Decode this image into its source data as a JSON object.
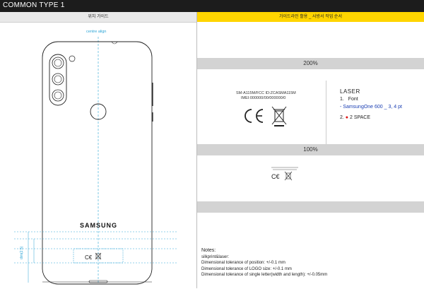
{
  "page": {
    "title": "COMMON TYPE 1"
  },
  "left": {
    "header": "위치 가이드",
    "centre_label": "centre align",
    "brand": "SAMSUNG",
    "dim_label": "dim(2.5)"
  },
  "right": {
    "header": "가이드라인 활용 _ 사방서 작업 순서",
    "band_200": "200%",
    "band_100": "100%",
    "model_line1": "SM-A115M/FCC ID:ZCASMA115M",
    "model_line2": "IMEI:000000/00/000000/0",
    "laser": {
      "title": "LASER",
      "item1_num": "1.",
      "item1_label": "Font",
      "item1_value": "- SamsungOne 600 _ 3, 4 pt",
      "item2_num": "2.",
      "item2_marker": "●",
      "item2_label": "2 SPACE"
    },
    "notes": {
      "title": "Notes:",
      "lines": [
        "silkprint&laser:",
        "Dimensional tolerance of position: +/-0.1 mm",
        "Dimensional tolerance of LOGO size: +/-0.1 mm",
        "Dimensional tolerance of single letter(width and length): +/-0.05mm"
      ]
    }
  },
  "colors": {
    "accent": "#ffd500",
    "dim_lines": "#2aa4d6",
    "topbar": "#1c1c1c"
  }
}
